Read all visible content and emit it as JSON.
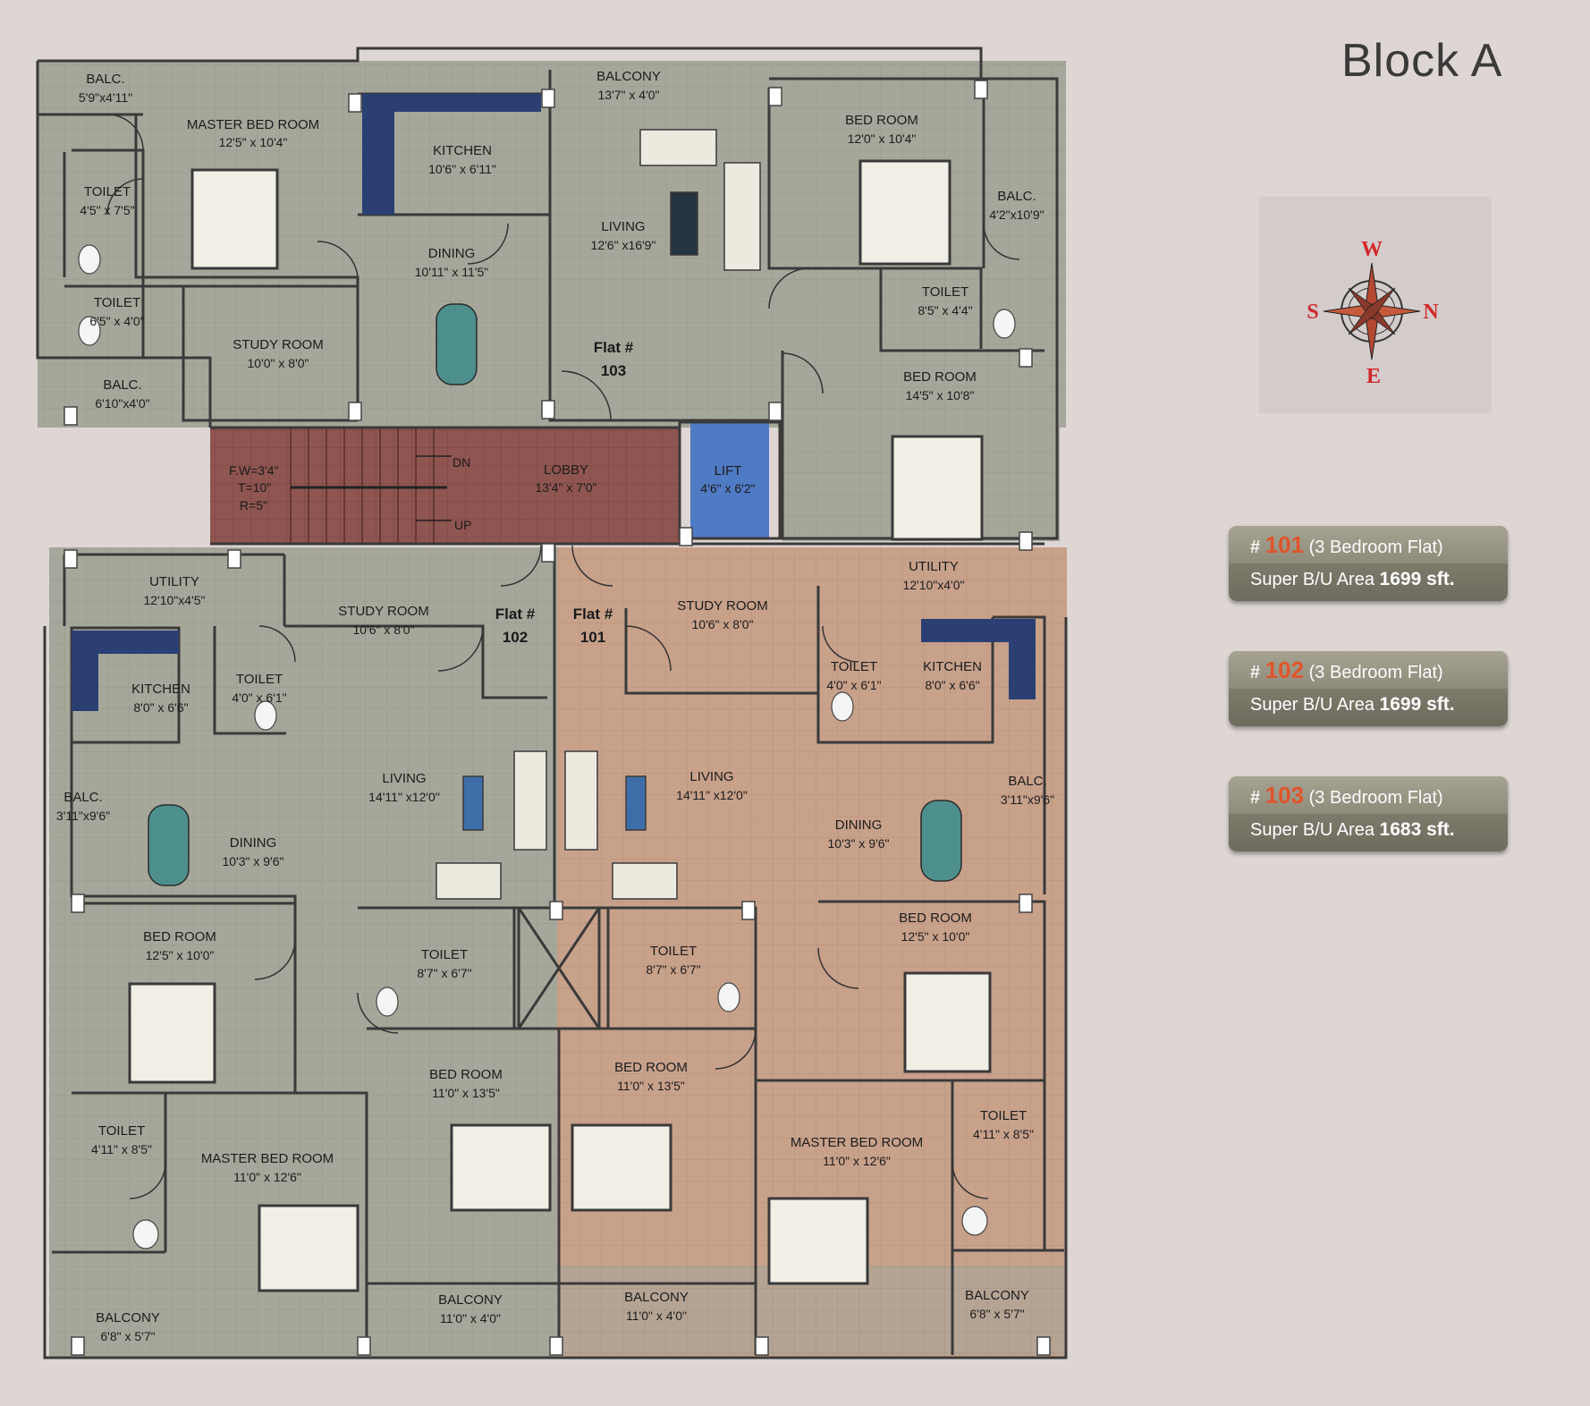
{
  "title": "Block A",
  "compass": {
    "w": "W",
    "s": "S",
    "n": "N",
    "e": "E"
  },
  "legend": [
    {
      "hash": "#",
      "number": "101",
      "type": "(3 Bedroom Flat)",
      "area_label": "Super B/U Area",
      "area_value": "1699 sft."
    },
    {
      "hash": "#",
      "number": "102",
      "type": "(3 Bedroom Flat)",
      "area_label": "Super B/U Area",
      "area_value": "1699 sft."
    },
    {
      "hash": "#",
      "number": "103",
      "type": "(3 Bedroom Flat)",
      "area_label": "Super B/U Area",
      "area_value": "1683 sft."
    }
  ],
  "flats": {
    "f103": {
      "label": "Flat #",
      "number": "103"
    },
    "f102": {
      "label": "Flat #",
      "number": "102"
    },
    "f101": {
      "label": "Flat #",
      "number": "101"
    }
  },
  "stair": {
    "fw": "F.W=3'4\"",
    "t": "T=10\"",
    "r": "R=5\"",
    "dn": "DN",
    "up": "UP"
  },
  "rooms": {
    "r1": {
      "name": "BALC.",
      "dim": "5'9\"x4'11\""
    },
    "r2": {
      "name": "MASTER BED ROOM",
      "dim": "12'5\" x 10'4\""
    },
    "r3": {
      "name": "KITCHEN",
      "dim": "10'6\" x 6'11\""
    },
    "r4": {
      "name": "BALCONY",
      "dim": "13'7\" x 4'0\""
    },
    "r5": {
      "name": "BED ROOM",
      "dim": "12'0\" x 10'4\""
    },
    "r6": {
      "name": "BALC.",
      "dim": "4'2\"x10'9\""
    },
    "r7": {
      "name": "TOILET",
      "dim": "4'5\" x 7'5\""
    },
    "r8": {
      "name": "LIVING",
      "dim": "12'6\" x16'9\""
    },
    "r9": {
      "name": "DINING",
      "dim": "10'11\" x 11'5\""
    },
    "r10": {
      "name": "TOILET",
      "dim": "8'5\" x 4'4\""
    },
    "r11": {
      "name": "TOILET",
      "dim": "6'5\" x 4'0\""
    },
    "r12": {
      "name": "STUDY ROOM",
      "dim": "10'0\" x 8'0\""
    },
    "r13": {
      "name": "BED ROOM",
      "dim": "14'5\" x 10'8\""
    },
    "r14": {
      "name": "BALC.",
      "dim": "6'10\"x4'0\""
    },
    "r15": {
      "name": "LOBBY",
      "dim": "13'4\" x 7'0\""
    },
    "r16": {
      "name": "LIFT",
      "dim": "4'6\" x 6'2\""
    },
    "r17": {
      "name": "UTILITY",
      "dim": "12'10\"x4'5\""
    },
    "r18": {
      "name": "STUDY ROOM",
      "dim": "10'6\" x 8'0\""
    },
    "r19": {
      "name": "STUDY ROOM",
      "dim": "10'6\" x 8'0\""
    },
    "r20": {
      "name": "UTILITY",
      "dim": "12'10\"x4'0\""
    },
    "r21": {
      "name": "KITCHEN",
      "dim": "8'0\" x 6'6\""
    },
    "r22": {
      "name": "TOILET",
      "dim": "4'0\" x 6'1\""
    },
    "r23": {
      "name": "TOILET",
      "dim": "4'0\" x 6'1\""
    },
    "r24": {
      "name": "KITCHEN",
      "dim": "8'0\" x 6'6\""
    },
    "r25": {
      "name": "BALC.",
      "dim": "3'11\"x9'6\""
    },
    "r26": {
      "name": "LIVING",
      "dim": "14'11\" x12'0\""
    },
    "r27": {
      "name": "LIVING",
      "dim": "14'11\" x12'0\""
    },
    "r28": {
      "name": "BALC.",
      "dim": "3'11\"x9'6\""
    },
    "r29": {
      "name": "DINING",
      "dim": "10'3\" x 9'6\""
    },
    "r30": {
      "name": "DINING",
      "dim": "10'3\" x 9'6\""
    },
    "r31": {
      "name": "BED ROOM",
      "dim": "12'5\" x 10'0\""
    },
    "r32": {
      "name": "TOILET",
      "dim": "8'7\" x 6'7\""
    },
    "r33": {
      "name": "TOILET",
      "dim": "8'7\" x 6'7\""
    },
    "r34": {
      "name": "BED ROOM",
      "dim": "12'5\" x 10'0\""
    },
    "r35": {
      "name": "BED ROOM",
      "dim": "11'0\" x 13'5\""
    },
    "r36": {
      "name": "BED ROOM",
      "dim": "11'0\" x 13'5\""
    },
    "r37": {
      "name": "TOILET",
      "dim": "4'11\" x 8'5\""
    },
    "r38": {
      "name": "MASTER BED ROOM",
      "dim": "11'0\" x 12'6\""
    },
    "r39": {
      "name": "MASTER BED ROOM",
      "dim": "11'0\" x 12'6\""
    },
    "r40": {
      "name": "TOILET",
      "dim": "4'11\" x 8'5\""
    },
    "r41": {
      "name": "BALCONY",
      "dim": "6'8\" x 5'7\""
    },
    "r42": {
      "name": "BALCONY",
      "dim": "11'0\" x 4'0\""
    },
    "r43": {
      "name": "BALCONY",
      "dim": "11'0\" x 4'0\""
    },
    "r44": {
      "name": "BALCONY",
      "dim": "6'8\" x 5'7\""
    }
  }
}
